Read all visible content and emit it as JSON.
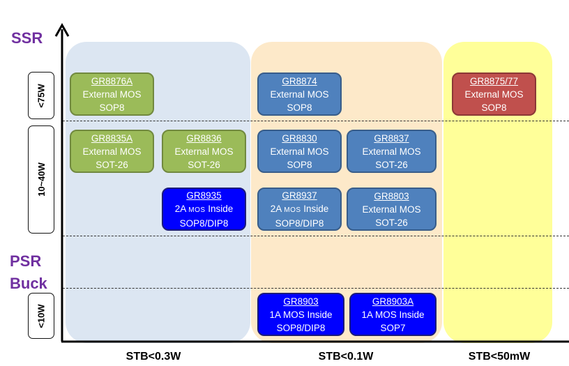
{
  "zones": {
    "ssr": "SSR",
    "psr": "PSR",
    "buck": "Buck"
  },
  "power_ranges": {
    "high": "<75W",
    "mid": "10~40W",
    "low": "<10W"
  },
  "standby": {
    "col1": "STB<0.3W",
    "col2": "STB<0.1W",
    "col3": "STB<50mW"
  },
  "colors": {
    "green": "#9bbb59",
    "steel_blue": "#4f81bd",
    "blue": "#0000ff",
    "red": "#c0504d",
    "region_light_blue": "#dce6f2",
    "region_light_orange": "#fde9c9",
    "region_yellow": "#ffff99",
    "zone_label": "#7030a0"
  },
  "chips": {
    "gr8876a": {
      "name": "GR8876A",
      "line2": "External MOS",
      "line3": "SOP8"
    },
    "gr8835a": {
      "name": "GR8835A",
      "line2": "External MOS",
      "line3": "SOT-26"
    },
    "gr8836": {
      "name": "GR8836",
      "line2": "External MOS",
      "line3": "SOT-26"
    },
    "gr8935": {
      "name": "GR8935",
      "line2a": "2A ",
      "line2b": "MOS",
      "line2c": " Inside",
      "line3": "SOP8/DIP8"
    },
    "gr8874": {
      "name": "GR8874",
      "line2": "External MOS",
      "line3": "SOP8"
    },
    "gr8830": {
      "name": "GR8830",
      "line2": "External MOS",
      "line3": "SOP8"
    },
    "gr8837": {
      "name": "GR8837",
      "line2": "External MOS",
      "line3": "SOT-26"
    },
    "gr8937": {
      "name": "GR8937",
      "line2a": "2A ",
      "line2b": "MOS",
      "line2c": " Inside",
      "line3": "SOP8/DIP8"
    },
    "gr8803": {
      "name": "GR8803",
      "line2": "External MOS",
      "line3": "SOT-26"
    },
    "gr8903": {
      "name": "GR8903",
      "line2": "1A MOS Inside",
      "line3": "SOP8/DIP8"
    },
    "gr8903a": {
      "name": "GR8903A",
      "line2": "1A MOS Inside",
      "line3": "SOP7"
    },
    "gr8875": {
      "name": "GR8875/77",
      "line2": "External MOS",
      "line3": "SOP8"
    }
  }
}
